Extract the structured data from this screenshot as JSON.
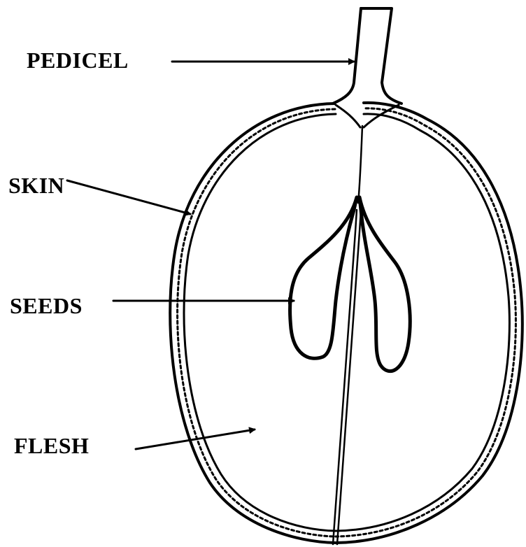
{
  "labels": {
    "pedicel": "PEDICEL",
    "skin": "SKIN",
    "seeds": "SEEDS",
    "flesh": "FLESH"
  },
  "colors": {
    "ink": "#000000",
    "background": "#ffffff"
  }
}
